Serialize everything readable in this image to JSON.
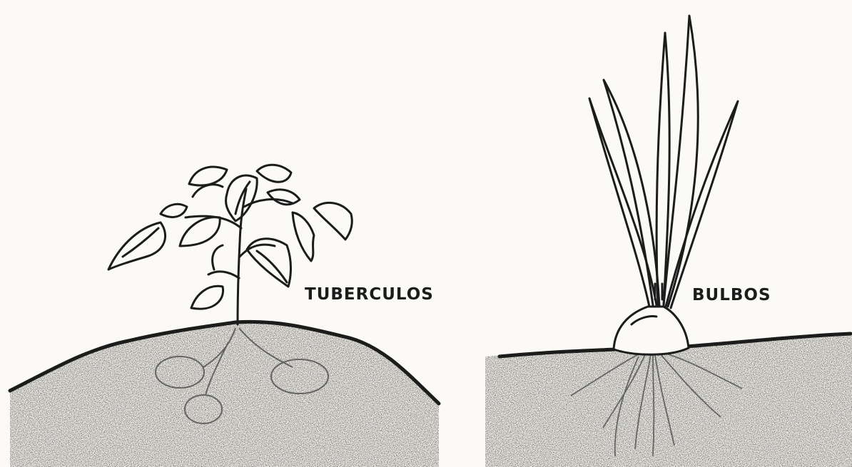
{
  "panels": [
    {
      "label": "TUBERCULOS",
      "subject": "potato plant with tubers underground"
    },
    {
      "label": "BULBOS",
      "subject": "onion plant with bulb at soil surface"
    }
  ],
  "colors": {
    "paper": "#fbfaf7",
    "ink": "#1c1c1c",
    "soil_fill": "#f1efe8"
  }
}
